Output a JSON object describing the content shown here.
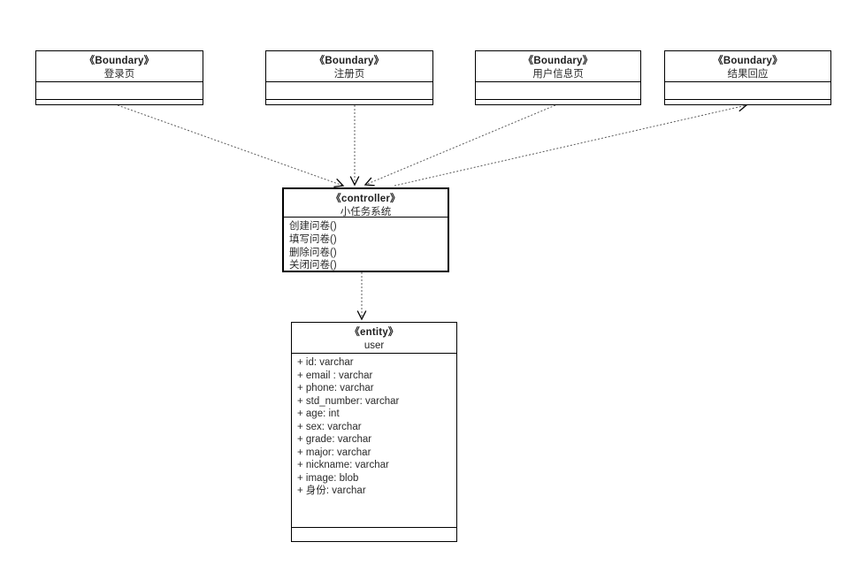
{
  "diagram": {
    "type": "uml-robustness-class-diagram",
    "colors": {
      "background": "#ffffff",
      "box_border": "#000000",
      "box_fill": "#ffffff",
      "connector": "#5c5c5c",
      "arrowhead": "#000000",
      "text": "#1f1f1f"
    },
    "boundaries": [
      {
        "stereotype": "《Boundary》",
        "name": "登录页"
      },
      {
        "stereotype": "《Boundary》",
        "name": "注册页"
      },
      {
        "stereotype": "《Boundary》",
        "name": "用户信息页"
      },
      {
        "stereotype": "《Boundary》",
        "name": "结果回应"
      }
    ],
    "controller": {
      "stereotype": "《controller》",
      "name": "小任务系统",
      "methods": [
        "创建问卷()",
        "填写问卷()",
        "删除问卷()",
        "关闭问卷()"
      ]
    },
    "entity": {
      "stereotype": "《entity》",
      "name": "user",
      "attributes": [
        "+ id: varchar",
        "+ email : varchar",
        "+ phone: varchar",
        "+ std_number: varchar",
        "+ age: int",
        "+ sex: varchar",
        "+ grade: varchar",
        "+ major: varchar",
        "+ nickname: varchar",
        "+ image: blob",
        "+ 身份: varchar"
      ]
    },
    "connectors": [
      {
        "from": "登录页",
        "to": "小任务系统",
        "style": "dotted-open-arrow"
      },
      {
        "from": "注册页",
        "to": "小任务系统",
        "style": "dotted-open-arrow"
      },
      {
        "from": "用户信息页",
        "to": "小任务系统",
        "style": "dotted-open-arrow"
      },
      {
        "from": "小任务系统",
        "to": "结果回应",
        "style": "dotted-open-arrow"
      },
      {
        "from": "小任务系统",
        "to": "user",
        "style": "dotted-open-arrow"
      }
    ]
  }
}
